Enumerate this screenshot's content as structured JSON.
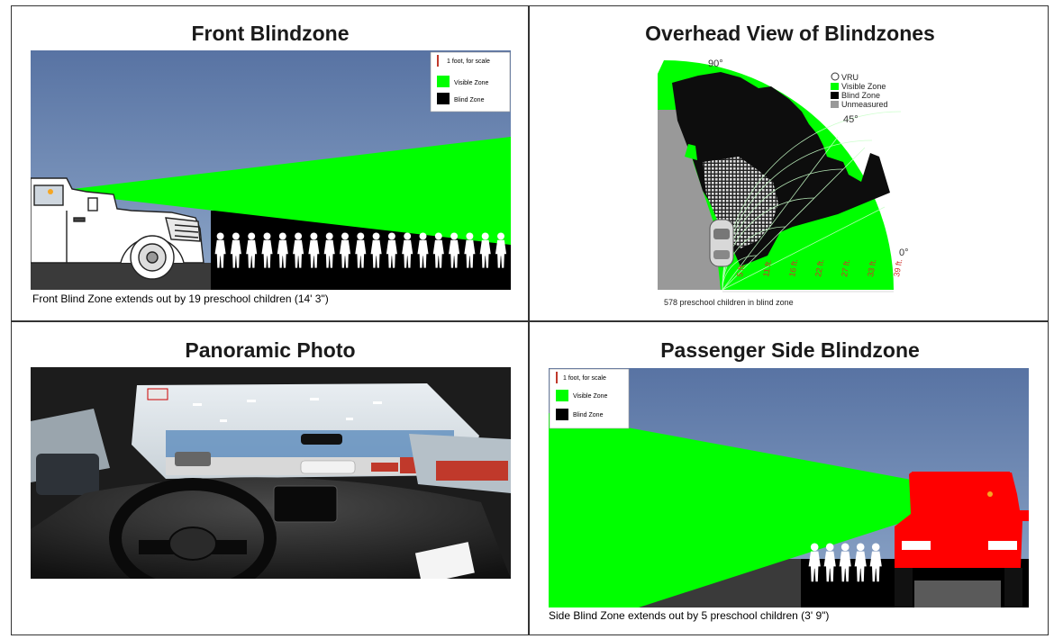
{
  "panels": {
    "front": {
      "title": "Front Blindzone",
      "legend": {
        "scale": "1 foot, for scale",
        "visible": "Visible Zone",
        "blind": "Blind Zone"
      },
      "caption": "Front Blind Zone extends out by 19 preschool children (14' 3\")",
      "children_count": 19
    },
    "overhead": {
      "title": "Overhead View of Blindzones",
      "legend": {
        "vru": "VRU",
        "visible": "Visible Zone",
        "blind": "Blind Zone",
        "unmeasured": "Unmeasured"
      },
      "angles": {
        "a90": "90°",
        "a45": "45°",
        "a0": "0°"
      },
      "distances": [
        "5 ft.",
        "11 ft.",
        "16 ft.",
        "22 ft.",
        "27 ft.",
        "33 ft.",
        "39 ft."
      ],
      "caption": "578 preschool children in blind zone"
    },
    "panoramic": {
      "title": "Panoramic Photo"
    },
    "side": {
      "title": "Passenger Side Blindzone",
      "legend": {
        "scale": "1 foot, for scale",
        "visible": "Visible Zone",
        "blind": "Blind Zone"
      },
      "caption": "Side Blind Zone extends out by 5 preschool children (3' 9\")",
      "children_count": 5
    }
  },
  "colors": {
    "sky_top": "#5a78a5",
    "sky_bottom": "#8ca5c8",
    "visible": "#00ff00",
    "blind": "#000000",
    "truck_red": "#ff0000",
    "driver_eye": "#f5a623",
    "scale_bar": "#c0392b",
    "unmeasured": "#999999"
  }
}
